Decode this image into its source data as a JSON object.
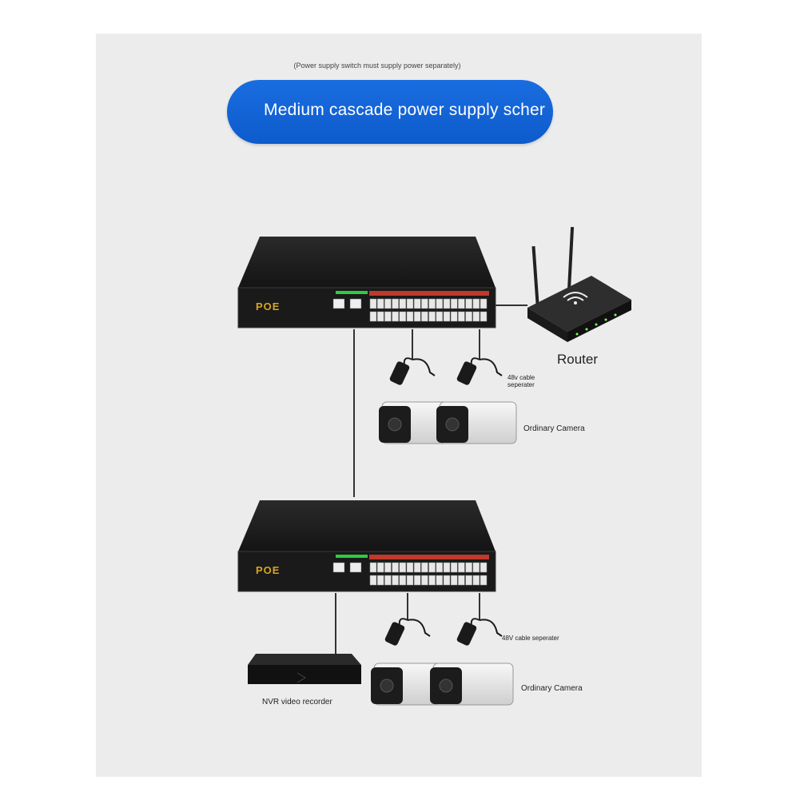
{
  "note": "(Power supply switch must supply power separately)",
  "title": "Medium cascade power supply scher",
  "labels": {
    "router": "Router",
    "separator_top": "48v cable seperater",
    "camera_top": "Ordinary Camera",
    "separator_bottom": "48V cable seperater",
    "camera_bottom": "Ordinary Camera",
    "nvr": "NVR video recorder"
  },
  "switch_badge": "POE",
  "colors": {
    "title_pill": "#1466dd",
    "panel": "#ececec",
    "cable": "#333333",
    "port_red": "#c0392b",
    "port_green": "#2ecc40"
  }
}
